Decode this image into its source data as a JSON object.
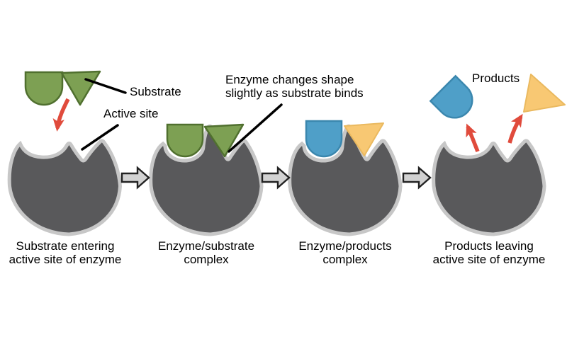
{
  "figure": {
    "annotations": {
      "substrate": "Substrate",
      "active_site": "Active site",
      "shape_change_line1": "Enzyme changes shape",
      "shape_change_line2": "slightly as substrate binds",
      "products": "Products"
    },
    "steps": [
      {
        "caption_line1": "Substrate entering",
        "caption_line2": "active site of enzyme"
      },
      {
        "caption_line1": "Enzyme/substrate",
        "caption_line2": "complex"
      },
      {
        "caption_line1": "Enzyme/products",
        "caption_line2": "complex"
      },
      {
        "caption_line1": "Products leaving",
        "caption_line2": "active site of enzyme"
      }
    ]
  },
  "colors": {
    "background": "#ffffff",
    "text": "#000000",
    "enzyme_fill": "#59595b",
    "enzyme_outline": "#c7c7c7",
    "substrate_green": "#7da053",
    "substrate_green_stroke": "#50702f",
    "product_blue": "#4f9fc8",
    "product_blue_stroke": "#3b87ae",
    "product_yellow": "#f8c873",
    "product_yellow_stroke": "#eab95f",
    "transition_arrow_fill": "#d2d2d2",
    "transition_arrow_stroke": "#222222",
    "motion_arrow_red": "#e04b3c",
    "pointer_line": "#000000"
  }
}
